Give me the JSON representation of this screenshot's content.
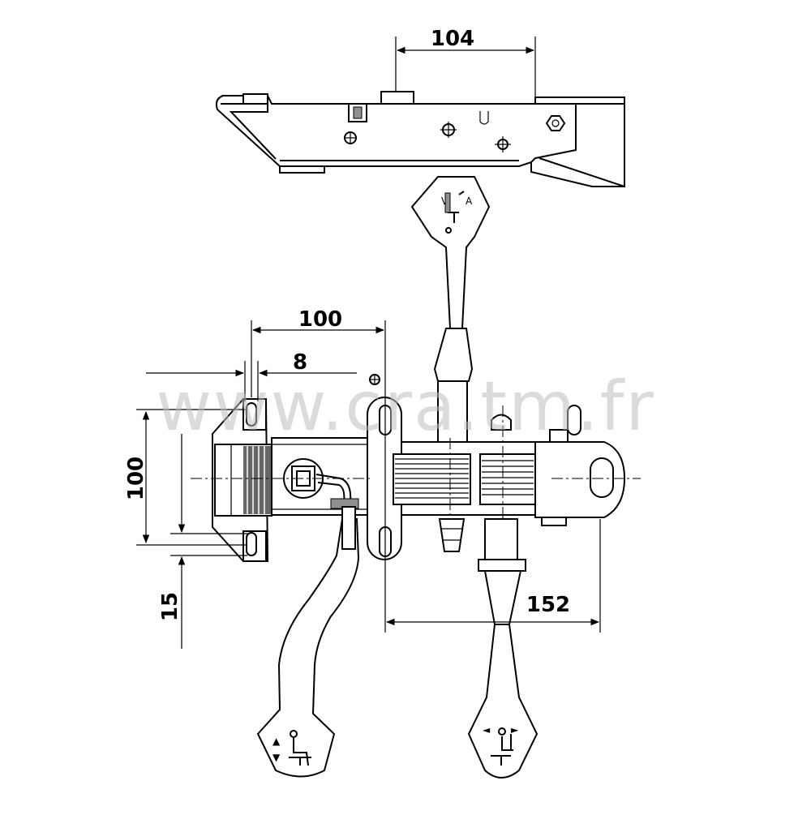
{
  "diagram": {
    "dimensions": {
      "top_width": "104",
      "bracket_width": "100",
      "slot_offset": "8",
      "slot_spacing": "100",
      "slot_height": "15",
      "pivot_to_slot": "152"
    },
    "watermark": "www.cra.tm.fr",
    "icons": {
      "top_lever": "tilt-lock-icon",
      "bottom_left_lever": "seat-height-icon",
      "bottom_right_lever": "backrest-tension-icon"
    }
  }
}
